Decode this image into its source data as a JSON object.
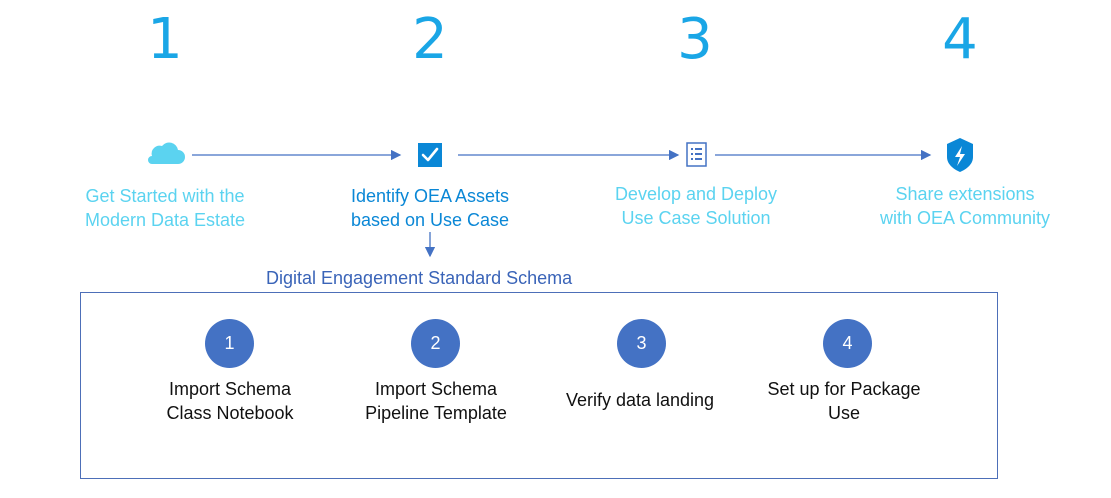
{
  "phases": [
    {
      "number": "1",
      "line1": "Get Started with the",
      "line2": "Modern Data Estate",
      "icon": "cloud-icon",
      "color": "#5bd3f0"
    },
    {
      "number": "2",
      "line1": "Identify OEA Assets",
      "line2": "based on Use Case",
      "icon": "checkbox-icon",
      "color": "#0a87d6"
    },
    {
      "number": "3",
      "line1": "Develop and Deploy",
      "line2": "Use Case Solution",
      "icon": "document-list-icon",
      "color": "#5bd3f0"
    },
    {
      "number": "4",
      "line1": "Share extensions",
      "line2": "with OEA Community",
      "icon": "shield-bolt-icon",
      "color": "#5bd3f0"
    }
  ],
  "schema_title": "Digital Engagement Standard Schema",
  "steps": [
    {
      "number": "1",
      "line1": "Import Schema",
      "line2": "Class Notebook"
    },
    {
      "number": "2",
      "line1": "Import Schema",
      "line2": "Pipeline Template"
    },
    {
      "number": "3",
      "line1": "Verify data landing",
      "line2": ""
    },
    {
      "number": "4",
      "line1": "Set up for Package",
      "line2": "Use"
    }
  ],
  "colors": {
    "accent_number": "#1aa6e6",
    "light_label": "#5bd3f0",
    "dark_label": "#0a87d6",
    "connector": "#4472c4",
    "circle": "#4472c4",
    "schema_title": "#3a64b8"
  }
}
